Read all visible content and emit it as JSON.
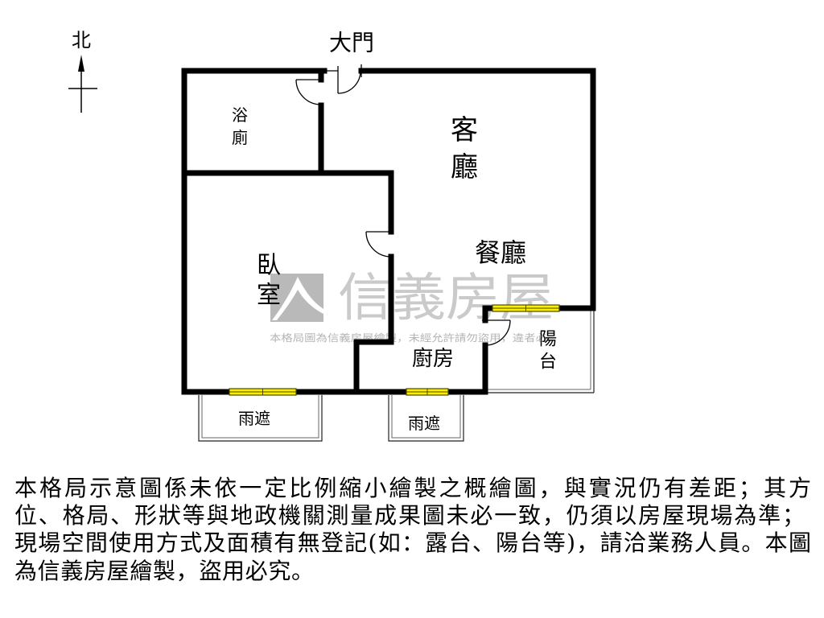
{
  "compass": {
    "label": "北",
    "icon": "north-arrow-icon"
  },
  "entrance": {
    "label": "大門"
  },
  "rooms": {
    "bathroom": {
      "label_lines": [
        "浴",
        "廁"
      ]
    },
    "living_room": {
      "label_lines": [
        "客",
        "廳"
      ]
    },
    "dining_room": {
      "label": "餐廳"
    },
    "bedroom": {
      "label_lines": [
        "臥",
        "室"
      ]
    },
    "kitchen": {
      "label": "廚房"
    },
    "balcony": {
      "label_lines": [
        "陽",
        "台"
      ]
    },
    "awning_bedroom": {
      "label": "雨遮"
    },
    "awning_kitchen": {
      "label": "雨遮"
    }
  },
  "watermark": {
    "brand": "信義房屋",
    "notice": "本格局圖為信義房屋繪製，未經允許請勿盜用，違者必"
  },
  "disclaimer": {
    "lines": [
      "本格局示意圖係未依一定比例縮小繪製之概繪圖，與實況仍有差距；其方",
      "位、格局、形狀等與地政機關測量成果圖未必一致，仍須以房屋現場為準；",
      "現場空間使用方式及面積有無登記(如：露台、陽台等)，請洽業務人員。本圖",
      "為信義房屋繪製，盜用必究。"
    ]
  },
  "colors": {
    "wall": "#000000",
    "window": "#ffee00",
    "watermark": "#b4b4b4",
    "thin_line": "#666666"
  }
}
